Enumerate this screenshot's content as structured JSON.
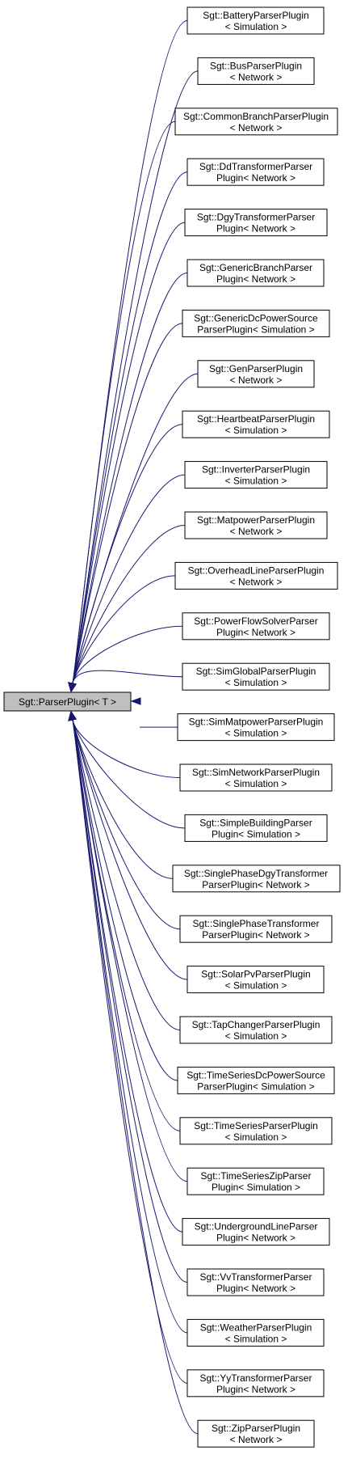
{
  "colors": {
    "edge": "#191970",
    "root_fill": "#bfbfbf",
    "node_fill": "#ffffff"
  },
  "root": {
    "label": "Sgt::ParserPlugin< T >"
  },
  "children": [
    {
      "line1": "Sgt::BatteryParserPlugin",
      "line2": "< Simulation >"
    },
    {
      "line1": "Sgt::BusParserPlugin",
      "line2": "< Network >"
    },
    {
      "line1": "Sgt::CommonBranchParserPlugin",
      "line2": "< Network >"
    },
    {
      "line1": "Sgt::DdTransformerParser",
      "line2": "Plugin< Network >"
    },
    {
      "line1": "Sgt::DgyTransformerParser",
      "line2": "Plugin< Network >"
    },
    {
      "line1": "Sgt::GenericBranchParser",
      "line2": "Plugin< Network >"
    },
    {
      "line1": "Sgt::GenericDcPowerSource",
      "line2": "ParserPlugin< Simulation >"
    },
    {
      "line1": "Sgt::GenParserPlugin",
      "line2": "< Network >"
    },
    {
      "line1": "Sgt::HeartbeatParserPlugin",
      "line2": "< Simulation >"
    },
    {
      "line1": "Sgt::InverterParserPlugin",
      "line2": "< Simulation >"
    },
    {
      "line1": "Sgt::MatpowerParserPlugin",
      "line2": "< Network >"
    },
    {
      "line1": "Sgt::OverheadLineParserPlugin",
      "line2": "< Network >"
    },
    {
      "line1": "Sgt::PowerFlowSolverParser",
      "line2": "Plugin< Network >"
    },
    {
      "line1": "Sgt::SimGlobalParserPlugin",
      "line2": "< Simulation >"
    },
    {
      "line1": "Sgt::SimMatpowerParserPlugin",
      "line2": "< Simulation >"
    },
    {
      "line1": "Sgt::SimNetworkParserPlugin",
      "line2": "< Simulation >"
    },
    {
      "line1": "Sgt::SimpleBuildingParser",
      "line2": "Plugin< Simulation >"
    },
    {
      "line1": "Sgt::SinglePhaseDgyTransformer",
      "line2": "ParserPlugin< Network >"
    },
    {
      "line1": "Sgt::SinglePhaseTransformer",
      "line2": "ParserPlugin< Network >"
    },
    {
      "line1": "Sgt::SolarPvParserPlugin",
      "line2": "< Simulation >"
    },
    {
      "line1": "Sgt::TapChangerParserPlugin",
      "line2": "< Simulation >"
    },
    {
      "line1": "Sgt::TimeSeriesDcPowerSource",
      "line2": "ParserPlugin< Simulation >"
    },
    {
      "line1": "Sgt::TimeSeriesParserPlugin",
      "line2": "< Simulation >"
    },
    {
      "line1": "Sgt::TimeSeriesZipParser",
      "line2": "Plugin< Simulation >"
    },
    {
      "line1": "Sgt::UndergroundLineParser",
      "line2": "Plugin< Network >"
    },
    {
      "line1": "Sgt::VvTransformerParser",
      "line2": "Plugin< Network >"
    },
    {
      "line1": "Sgt::WeatherParserPlugin",
      "line2": "< Simulation >"
    },
    {
      "line1": "Sgt::YyTransformerParser",
      "line2": "Plugin< Network >"
    },
    {
      "line1": "Sgt::ZipParserPlugin",
      "line2": "< Network >"
    }
  ]
}
